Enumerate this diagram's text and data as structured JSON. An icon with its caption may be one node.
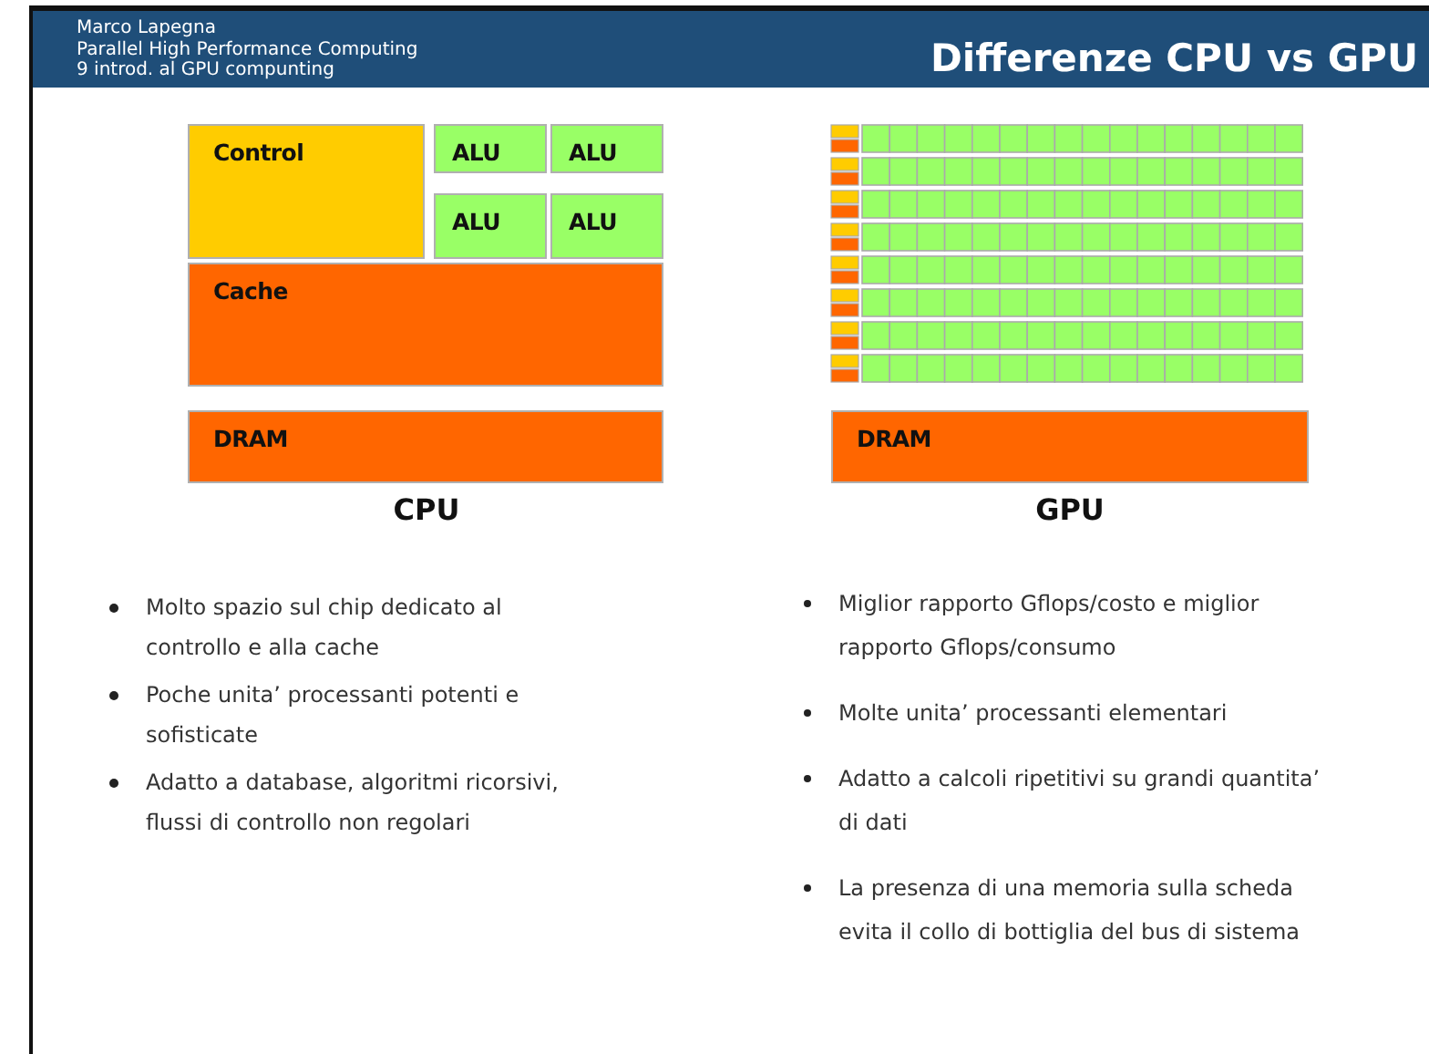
{
  "diagram": {
    "title": "Differenze CPU vs GPU",
    "nodes": [
      {
        "text": [
          "Control"
        ]
      },
      {
        "text": [
          "ALU"
        ]
      },
      {
        "text": [
          "ALU"
        ]
      },
      {
        "text": [
          "ALU"
        ]
      },
      {
        "text": [
          "ALU"
        ]
      },
      {
        "text": [
          "Cache"
        ]
      },
      {
        "text": [
          "DRAM"
        ]
      },
      {
        "text": [
          "DRAM"
        ]
      }
    ],
    "labels": [
      "Marco Lapegna",
      "Parallel High Performance Computing",
      "9 introd. al GPU compunting",
      "CPU",
      "GPU",
      "Molto spazio sul chip dedicato al controllo e alla cache",
      "Poche unita’ processanti potenti e sofisticate",
      "Adatto a database, algoritmi ricorsivi, flussi di controllo non regolari",
      "Miglior rapporto Gflops/costo e miglior rapporto Gflops/consumo",
      "Molte unita’ processanti elementari",
      "Adatto a calcoli ripetitivi su grandi quantita’ di dati",
      "La presenza di una memoria sulla scheda evita il collo di bottiglia del bus di sistema"
    ]
  }
}
